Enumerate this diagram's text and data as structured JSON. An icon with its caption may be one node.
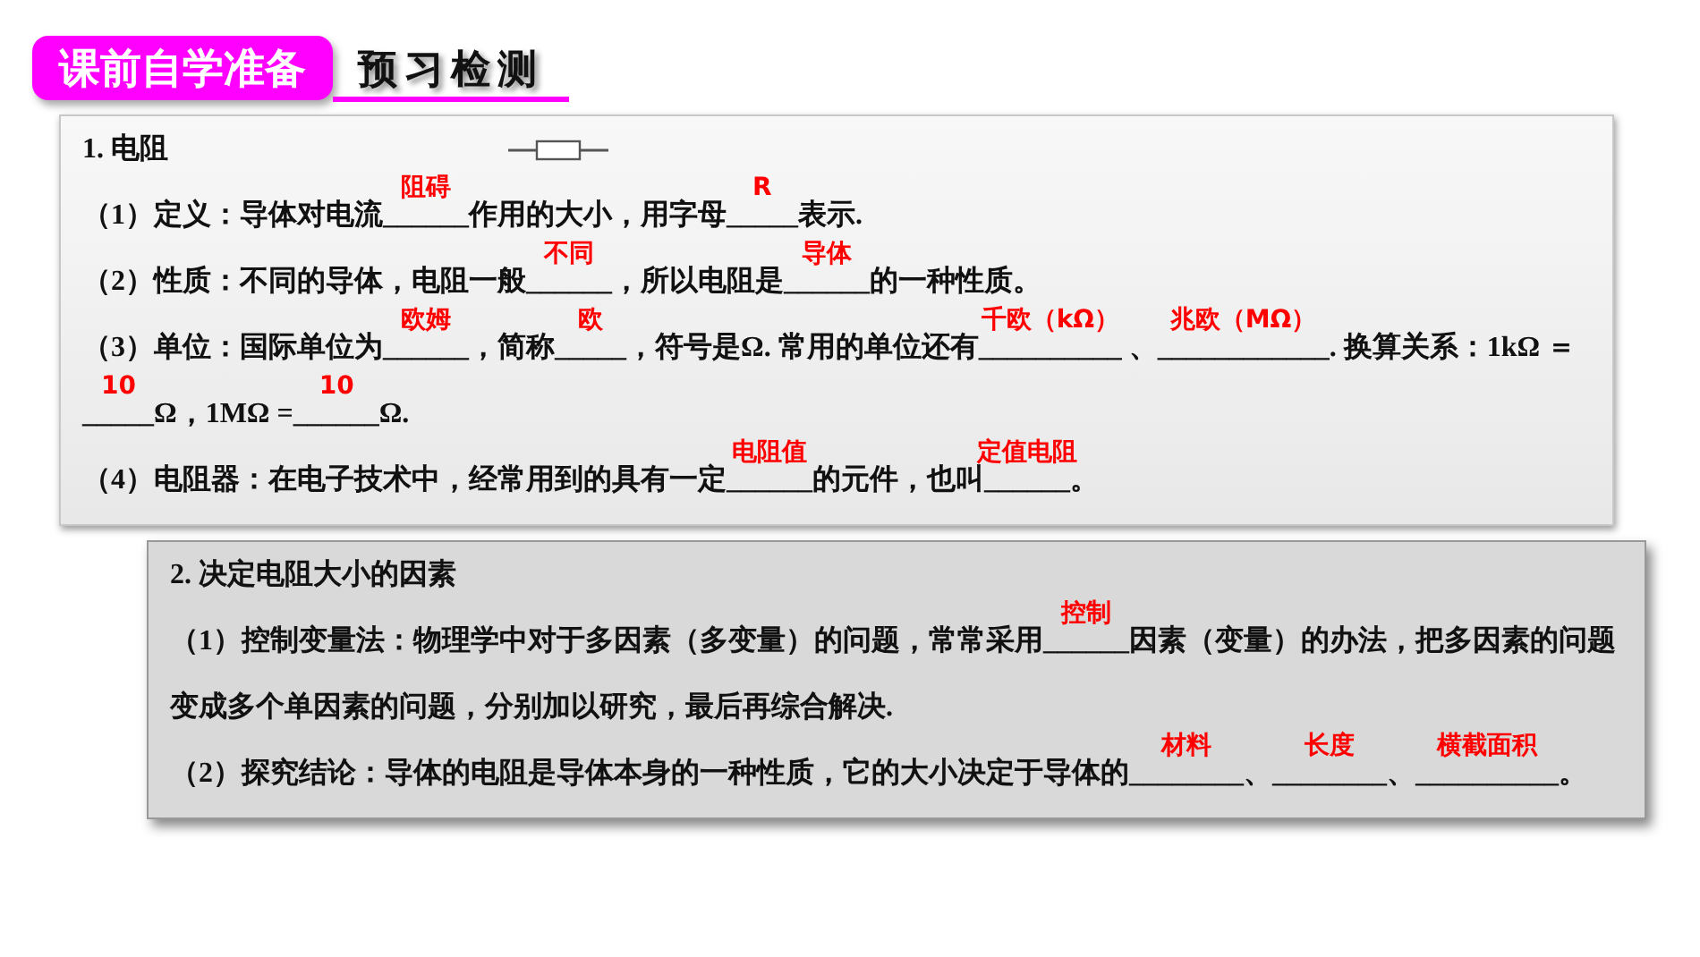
{
  "diagram": {
    "nodes": [
      {
        "text": [
          "课前自学准备"
        ]
      },
      {
        "text": [
          "1. 电阻",
          "（1）定义：导体对电流______作用的大小，用字母_____表示.",
          "（2）性质：不同的导体，电阻一般______，所以电阻是______的一种性质。",
          "（3）单位：国际单位为______，简称_____，符号是Ω. 常用的单位还有__________ 、____________. 换算关系：1kΩ ＝ _____Ω，1MΩ =______Ω.",
          "（4）电阻器：在电子技术中，经常用到的具有一定______的元件，也叫______。"
        ]
      },
      {
        "text": [
          "2. 决定电阻大小的因素",
          "（1）控制变量法：物理学中对于多因素（多变量）的问题，常常采用______因素（变量）的办法，把多因素的问题变成多个单因素的问题，分别加以研究，最后再综合解决.",
          "（2）探究结论：导体的电阻是导体本身的一种性质，它的大小决定于导体的________、________、__________。"
        ]
      }
    ],
    "labels": [
      "预习检测",
      "阻碍",
      "R",
      "不同",
      "导体",
      "欧姆",
      "欧",
      "千欧（kΩ）",
      "兆欧（MΩ）",
      "10",
      "10",
      "电阻值",
      "定值电阻",
      "控制",
      "材料",
      "长度",
      "横截面积"
    ]
  }
}
